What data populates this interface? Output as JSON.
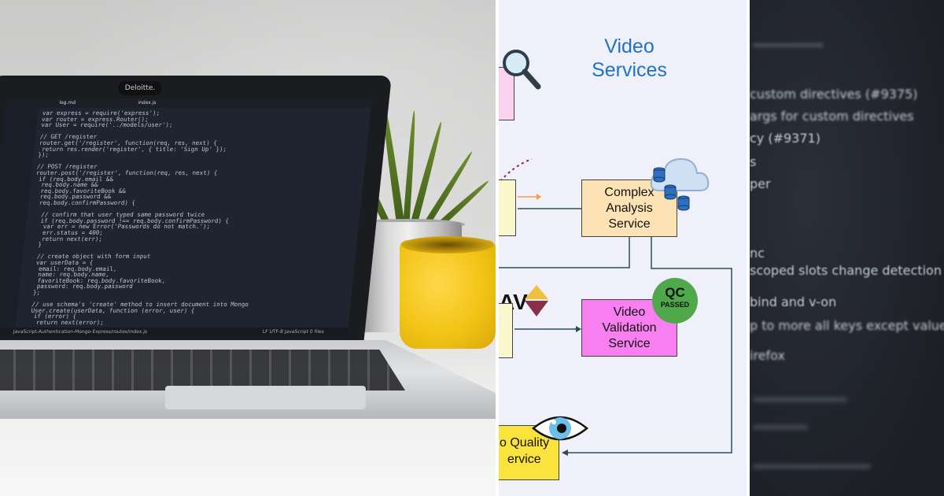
{
  "left_photo": {
    "laptop_brand": "Deloitte.",
    "editor_tabs": [
      "log.md",
      "index.js"
    ],
    "code_lines": [
      "var express = require('express');",
      "var router = express.Router();",
      "var User = require('../models/user');",
      "",
      "// GET /register",
      "router.get('/register', function(req, res, next) {",
      "  return res.render('register', { title: 'Sign Up' });",
      "});",
      "",
      "// POST /register",
      "router.post('/register', function(req, res, next) {",
      "  if (req.body.email &&",
      "    req.body.name &&",
      "    req.body.favoriteBook &&",
      "    req.body.password &&",
      "    req.body.confirmPassword) {",
      "",
      "      // confirm that user typed same password twice",
      "      if (req.body.password !== req.body.confirmPassword) {",
      "        var err = new Error('Passwords do not match.');",
      "        err.status = 400;",
      "        return next(err);",
      "      }",
      "",
      "      // create object with form input",
      "      var userData = {",
      "        email: req.body.email,",
      "        name: req.body.name,",
      "        favoriteBook: req.body.favoriteBook,",
      "        password: req.body.password",
      "      };",
      "",
      "      // use schema's 'create' method to insert document into Mongo",
      "      User.create(userData, function (error, user) {",
      "        if (error) {",
      "          return next(error);"
    ],
    "status_path": "JavaScript-Authentication-Mongo-Express/routes/index.js",
    "status_right": "LF  UTF-8  JavaScript  0 files"
  },
  "diagram": {
    "title_line1": "Video",
    "title_line2": "Services",
    "complex_box": [
      "Complex",
      "Analysis",
      "Service"
    ],
    "validation_box": [
      "Video",
      "Validation",
      "Service"
    ],
    "quality_box": [
      "o Quality",
      "ervice"
    ],
    "qc_badge": {
      "main": "QC",
      "sub": "PASSED"
    },
    "partial_text": "AV",
    "colors": {
      "title": "#1e73c8",
      "complex_fill": "#fde3b4",
      "validation_fill": "#f77ff0",
      "quality_fill": "#f9e33c",
      "left_box_fill": "#fbf7cc",
      "pink_box_fill": "#fbd3ee",
      "badge_fill": "#4fa94a",
      "connector": "#2a4d5c"
    }
  },
  "right_blur": {
    "lines": [
      "custom directives (#9375)",
      "args for custom directives",
      "cy (#9371)",
      "s",
      "per",
      "",
      "nc",
      "scoped slots change detection a",
      "bind and v-on",
      "p to more all keys except value",
      "irefox"
    ]
  }
}
